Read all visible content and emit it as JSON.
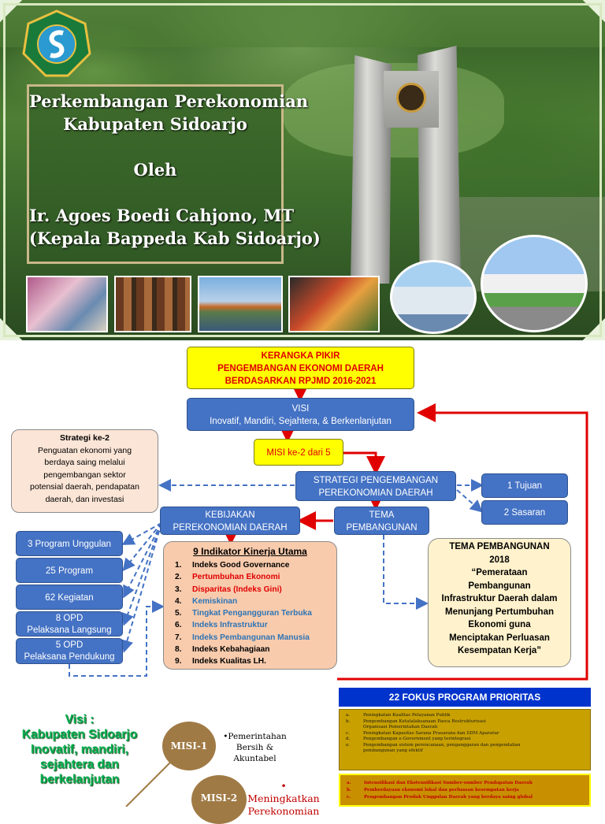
{
  "cover": {
    "title_line1": "Perkembangan Perekonomian",
    "title_line2": "Kabupaten Sidoarjo",
    "oleh": "Oleh",
    "presenter": "Ir. Agoes Boedi Cahjono, MT",
    "position": "(Kepala Bappeda Kab Sidoarjo)"
  },
  "diagram": {
    "header": {
      "line1": "KERANGKA PIKIR",
      "line2": "PENGEMBANGAN EKONOMI DAERAH",
      "line3": "BERDASARKAN RPJMD 2016-2021"
    },
    "visi": {
      "line1": "VISI",
      "line2": "Inovatif, Mandiri, Sejahtera, & Berkenlanjutan"
    },
    "misi": "MISI ke-2 dari 5",
    "strategi_box": {
      "title": "Strategi ke-2",
      "body": [
        "Penguatan ekonomi yang",
        "berdaya saing melalui",
        "pengembangan sektor",
        "potensial daerah, pendapatan",
        "daerah, dan investasi"
      ]
    },
    "strategi_pengembangan": {
      "line1": "STRATEGI PENGEMBANGAN",
      "line2": "PEREKONOMIAN DAERAH"
    },
    "tujuan": "1 Tujuan",
    "sasaran": "2 Sasaran",
    "kebijakan": {
      "line1": "KEBIJAKAN",
      "line2": "PEREKONOMIAN DAERAH"
    },
    "tema": {
      "line1": "TEMA",
      "line2": "PEMBANGUNAN"
    },
    "left_list": [
      {
        "line1": "3 Program  Unggulan",
        "line2": ""
      },
      {
        "line1": "25 Program",
        "line2": ""
      },
      {
        "line1": "62 Kegiatan",
        "line2": ""
      },
      {
        "line1": "8 OPD",
        "line2": "Pelaksana Langsung"
      },
      {
        "line1": "5 OPD",
        "line2": "Pelaksana Pendukung"
      }
    ],
    "indikator": {
      "title": "9 Indikator Kinerja Utama",
      "items": [
        {
          "num": "1.",
          "text": "Indeks Good Governance",
          "color": "#000000"
        },
        {
          "num": "2.",
          "text": "Pertumbuhan Ekonomi",
          "color": "#e00000"
        },
        {
          "num": "3.",
          "text": "Disparitas (Indeks Gini)",
          "color": "#e00000"
        },
        {
          "num": "4.",
          "text": "Kemiskinan",
          "color": "#2e74b5"
        },
        {
          "num": "5.",
          "text": "Tingkat Pengangguran Terbuka",
          "color": "#2e74b5"
        },
        {
          "num": "6.",
          "text": "Indeks Infrastruktur",
          "color": "#2e74b5"
        },
        {
          "num": "7.",
          "text": "Indeks Pembangunan Manusia",
          "color": "#2e74b5"
        },
        {
          "num": "8.",
          "text": "Indeks Kebahagiaan",
          "color": "#000000"
        },
        {
          "num": "9.",
          "text": "Indeks Kualitas LH.",
          "color": "#000000"
        }
      ]
    },
    "tema_box": {
      "line1": "TEMA PEMBANGUNAN",
      "line2": "2018",
      "body": [
        "“Pemerataan",
        "Pembangunan",
        "Infrastruktur Daerah dalam",
        "Menunjang Pertumbuhan",
        "Ekonomi guna",
        "Menciptakan Perluasan",
        "Kesempatan Kerja”"
      ]
    }
  },
  "bottom": {
    "visi_lines": [
      "Visi :",
      "Kabupaten Sidoarjo",
      "Inovatif, mandiri,",
      "sejahtera dan",
      "berkelanjutan"
    ],
    "misi1": {
      "label": "MISI-1",
      "text": [
        "•Pemerintahan",
        "Bersih &",
        "Akuntabel"
      ]
    },
    "misi2": {
      "label": "MISI-2",
      "text": [
        "• Meningkatkan",
        "Perekonomian"
      ]
    },
    "fokus_title": "22 FOKUS PROGRAM PRIORITAS",
    "panel1": [
      {
        "l": "a.",
        "t": "Peningkatan Kualitas Pelayanan Publik"
      },
      {
        "l": "b.",
        "t": "Pengembangan Ketatalaksanaan Pasca Restrukturisasi"
      },
      {
        "l": "",
        "t": "Organisasi Pemerintahan Daerah"
      },
      {
        "l": "c.",
        "t": "Peningkatan Kapasitas Sarana Prasarana dan SDM Aparatur"
      },
      {
        "l": "d.",
        "t": "Pengembangan e-Government yang terintegrasi"
      },
      {
        "l": "e.",
        "t": "Pengembangan sistem perencanaan, penganggaran dan pengendalian"
      },
      {
        "l": "",
        "t": "pembangunan yang efektif"
      }
    ],
    "panel2": [
      {
        "l": "a.",
        "t": "Intensifikasi dan Ekstensifikasi Sumber-sumber Pendapatan Daerah"
      },
      {
        "l": "b.",
        "t": "Pemberdayaan ekonomi lokal dan perluasan kesempatan kerja"
      },
      {
        "l": "c.",
        "t": "Pengembangan Produk Unggulan Daerah yang berdaya saing global"
      }
    ]
  },
  "colors": {
    "blue_box": "#4472c4",
    "header_yellow": "#ffff00",
    "red_arrow": "#e00000",
    "dashed_blue": "#4472c4",
    "indikator_bg": "#f8cbad",
    "tema_bg": "#fff2cc"
  }
}
